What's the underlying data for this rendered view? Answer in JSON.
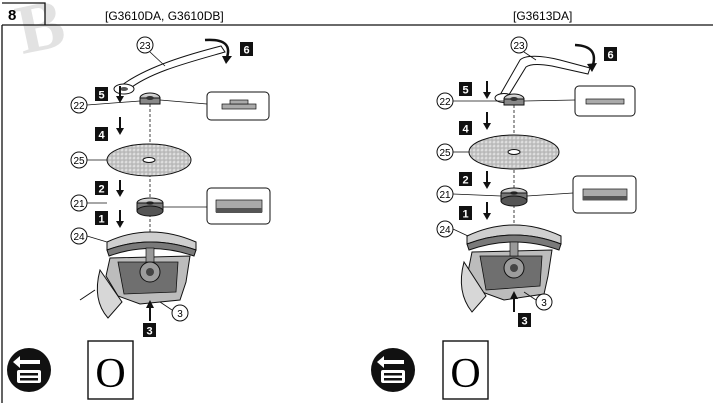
{
  "figure": {
    "number": "8",
    "watermark": "В"
  },
  "panels": [
    {
      "heading": "[G3610DA, G3610DB]",
      "steps": [
        "1",
        "2",
        "3",
        "4",
        "5",
        "6"
      ],
      "parts": [
        "23",
        "22",
        "25",
        "21",
        "24",
        "3"
      ],
      "reverse_symbol": "O"
    },
    {
      "heading": "[G3613DA]",
      "steps": [
        "1",
        "2",
        "3",
        "4",
        "5",
        "6"
      ],
      "parts": [
        "23",
        "22",
        "25",
        "21",
        "24",
        "3"
      ],
      "reverse_symbol": "O"
    }
  ],
  "icons": [
    "battery-remove-icon",
    "circled-number-icon",
    "down-arrow-icon",
    "up-arrow-icon",
    "rotate-arrow-icon"
  ]
}
